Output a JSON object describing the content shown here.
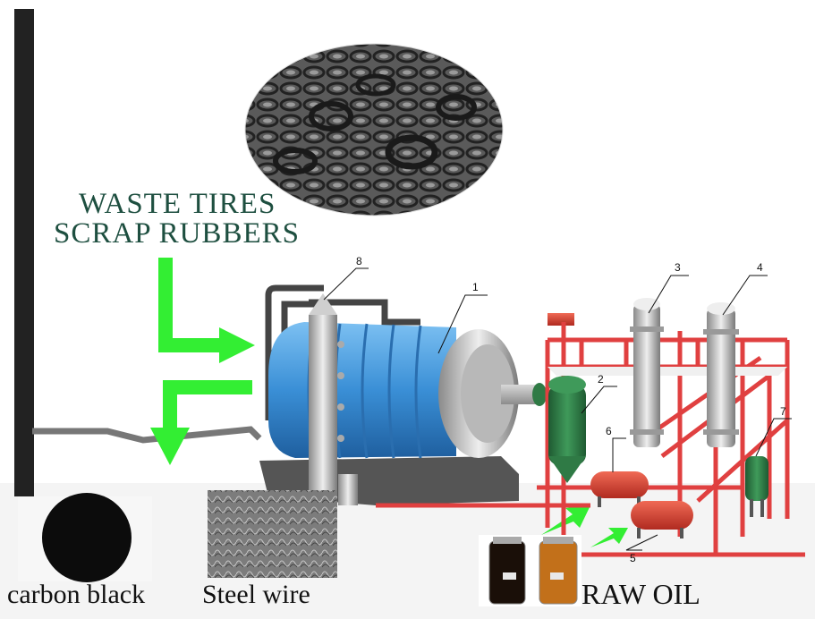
{
  "inputs": {
    "line1": "WASTE TIRES",
    "line2": "SCRAP RUBBERS"
  },
  "products": {
    "carbon": "carbon black",
    "steel": "Steel wire",
    "oil": "RAW OIL"
  },
  "callouts": [
    "1",
    "2",
    "3",
    "4",
    "5",
    "6",
    "7",
    "8"
  ],
  "colors": {
    "reactor": "#3a8fd6",
    "frame": "#e04040",
    "arrow": "#33ee33",
    "label": "#1e4f40",
    "tank_green": "#2f7a45",
    "tank_red": "#d84030"
  },
  "icons": [
    "flow-arrow-icon"
  ]
}
